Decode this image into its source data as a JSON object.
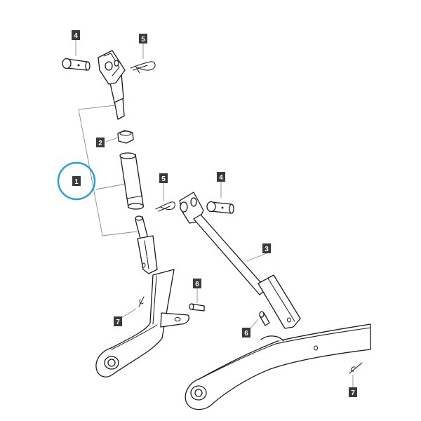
{
  "diagram": {
    "highlight_color": "#2a9fd6",
    "callout_color": "#3a3a3a",
    "callouts": [
      {
        "id": "c4a",
        "label": "4"
      },
      {
        "id": "c5a",
        "label": "5"
      },
      {
        "id": "c2",
        "label": "2"
      },
      {
        "id": "c1",
        "label": "1"
      },
      {
        "id": "c5b",
        "label": "5"
      },
      {
        "id": "c4b",
        "label": "4"
      },
      {
        "id": "c3",
        "label": "3"
      },
      {
        "id": "c6a",
        "label": "6"
      },
      {
        "id": "c7a",
        "label": "7"
      },
      {
        "id": "c6b",
        "label": "6"
      },
      {
        "id": "c7b",
        "label": "7"
      }
    ],
    "highlighted_part": "1"
  }
}
